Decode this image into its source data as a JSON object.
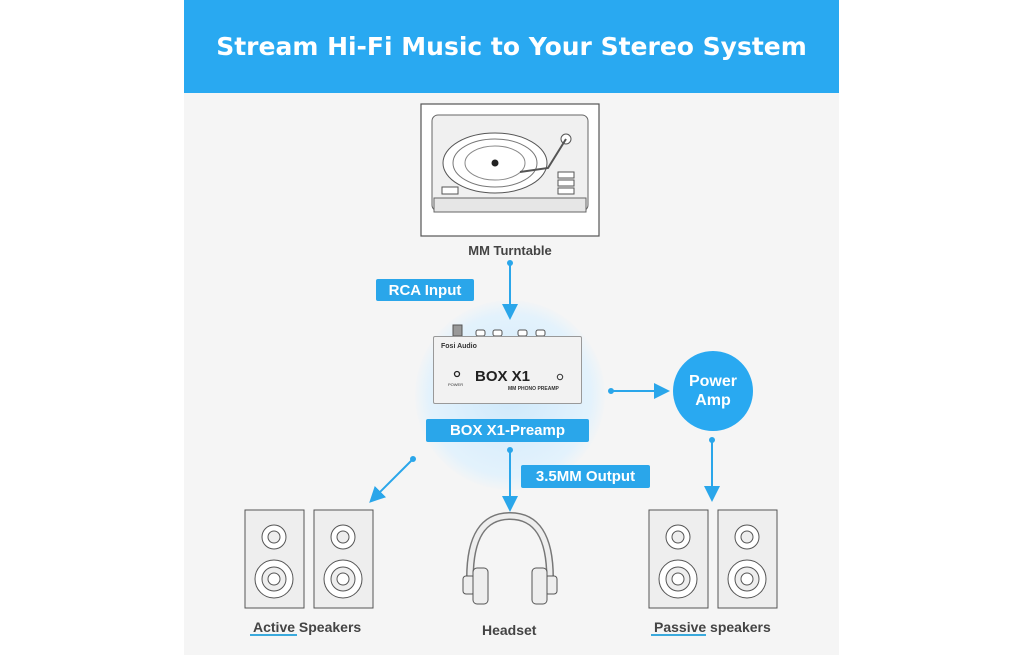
{
  "banner": {
    "title": "Stream Hi-Fi Music to Your Stereo System"
  },
  "turntable": {
    "label": "MM Turntable"
  },
  "tags": {
    "rca_input": "RCA Input",
    "preamp": "BOX X1-Preamp",
    "output": "3.5MM Output"
  },
  "preamp_device": {
    "brand": "Fosi Audio",
    "model": "BOX X1",
    "subtitle": "MM PHONO PREAMP",
    "power_label": "POWER"
  },
  "power_amp": {
    "line1": "Power",
    "line2": "Amp"
  },
  "outputs": {
    "active": "Active Speakers",
    "headset": "Headset",
    "passive": "Passive speakers"
  },
  "colors": {
    "accent": "#29a9f1",
    "arrow": "#2aa6ea"
  }
}
